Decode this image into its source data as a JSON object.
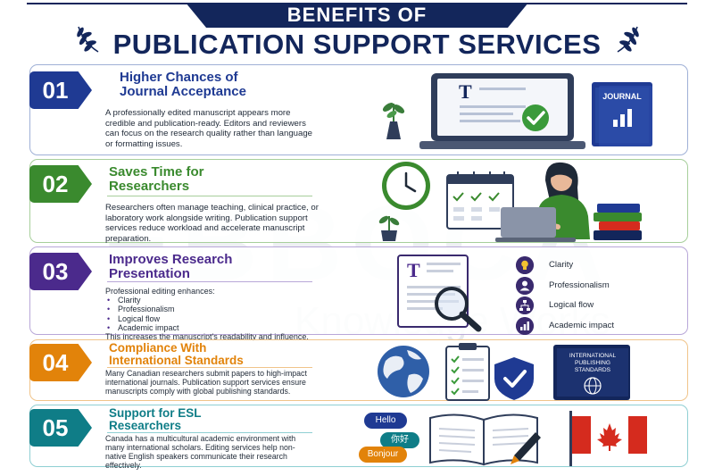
{
  "header": {
    "banner": "BENEFITS OF",
    "title": "PUBLICATION SUPPORT SERVICES"
  },
  "watermark": {
    "text": "EBBOCA",
    "sub": "Knowledge Works"
  },
  "colors": {
    "navy": "#13265b",
    "blue": "#1f3a93",
    "green": "#3a8a2e",
    "purple": "#4b2a8c",
    "orange": "#e2830a",
    "teal": "#0f7d87",
    "check_green": "#3a9a3a",
    "flag_red": "#d52b1e"
  },
  "cards": [
    {
      "number": "01",
      "title": "Higher Chances of Journal Acceptance",
      "title_lines": [
        "Higher Chances of",
        "Journal Acceptance"
      ],
      "body": "A professionally edited manuscript appears more credible and publication-ready. Editors and reviewers can focus on the research quality rather than language or formatting issues.",
      "illustration": {
        "laptop_letter": "T",
        "book_label": "JOURNAL"
      }
    },
    {
      "number": "02",
      "title": "Saves Time for Researchers",
      "title_lines": [
        "Saves Time for",
        "Researchers"
      ],
      "body": "Researchers often manage teaching, clinical practice, or laboratory work alongside writing. Publication support services reduce workload and accelerate manuscript preparation."
    },
    {
      "number": "03",
      "title": "Improves Research Presentation",
      "title_lines": [
        "Improves Research",
        "Presentation"
      ],
      "intro": "Professional editing enhances:",
      "bullets": [
        "Clarity",
        "Professionalism",
        "Logical flow",
        "Academic impact"
      ],
      "outro": "This increases the manuscript's readability and influence.",
      "illustration": {
        "doc_letter": "T",
        "benefits": [
          {
            "label": "Clarity",
            "icon": "lightbulb-icon"
          },
          {
            "label": "Professionalism",
            "icon": "person-icon"
          },
          {
            "label": "Logical flow",
            "icon": "flowchart-icon"
          },
          {
            "label": "Academic impact",
            "icon": "bar-chart-icon"
          }
        ]
      }
    },
    {
      "number": "04",
      "title": "Compliance With International Standards",
      "title_lines": [
        "Compliance With",
        "International Standards"
      ],
      "body": "Many Canadian researchers submit papers to high-impact international journals. Publication support services ensure manuscripts comply with global publishing standards.",
      "illustration": {
        "book_lines": [
          "INTERNATIONAL",
          "PUBLISHING",
          "STANDARDS"
        ]
      }
    },
    {
      "number": "05",
      "title": "Support for ESL Researchers",
      "title_lines": [
        "Support for ESL",
        "Researchers"
      ],
      "body": "Canada has a multicultural academic environment with many international scholars. Editing services help non-native English speakers communicate their research effectively.",
      "illustration": {
        "bubbles": [
          "Hello",
          "你好",
          "Bonjour"
        ]
      }
    }
  ]
}
